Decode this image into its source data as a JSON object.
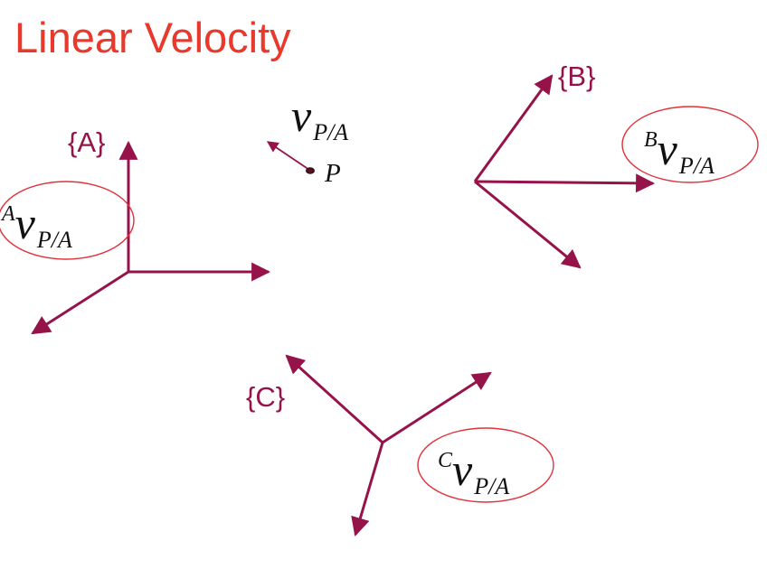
{
  "title": "Linear Velocity",
  "colors": {
    "title": "#e8392c",
    "axes": "#96134a",
    "ellipse": "#e0323a",
    "text": "#111111"
  },
  "frames": {
    "A": {
      "label": "{A}",
      "vector": {
        "sup": "A",
        "base": "v",
        "sub": "P/A"
      }
    },
    "B": {
      "label": "{B}",
      "vector": {
        "sup": "B",
        "base": "v",
        "sub": "P/A"
      }
    },
    "C": {
      "label": "{C}",
      "vector": {
        "sup": "C",
        "base": "v",
        "sub": "P/A"
      }
    }
  },
  "point": {
    "label": "P",
    "vector": {
      "base": "v",
      "sub": "P/A"
    }
  }
}
